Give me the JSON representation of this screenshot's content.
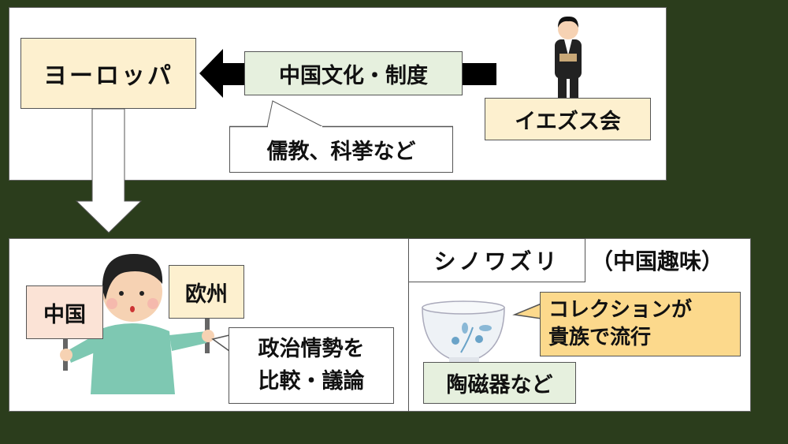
{
  "top": {
    "europe": "ヨーロッパ",
    "china_culture": "中国文化・制度",
    "examples": "儒教、科挙など",
    "jesuits": "イエズス会"
  },
  "bottom": {
    "china_sign": "中国",
    "europe_sign": "欧州",
    "politics_line1": "政治情勢を",
    "politics_line2": "比較・議論",
    "chinoiserie": "シノワズリ",
    "chinoiserie_note": "（中国趣味）",
    "collection_line1": "コレクションが",
    "collection_line2": "貴族で流行",
    "ceramics": "陶磁器など"
  },
  "colors": {
    "background": "#2b3d1c",
    "cream": "#fdf0cf",
    "green": "#e6f0de",
    "yellow": "#fcd98c"
  }
}
